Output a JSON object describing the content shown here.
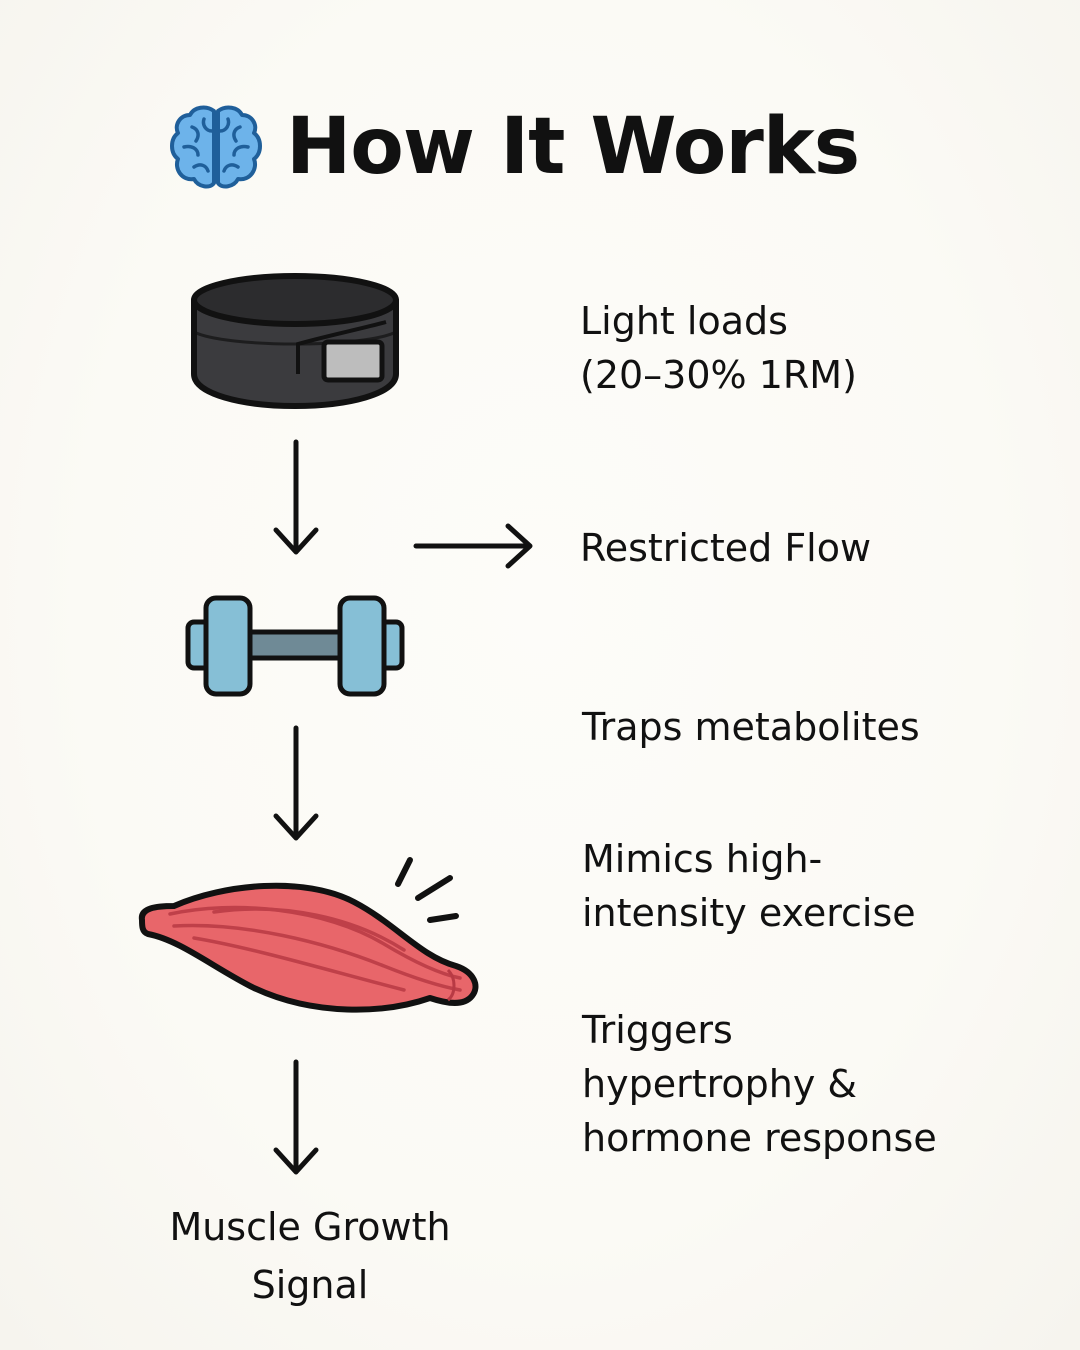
{
  "header": {
    "title": "How It Works",
    "icon": "brain-icon"
  },
  "flow": {
    "steps": [
      {
        "icon": "belt-icon"
      },
      {
        "icon": "dumbbell-icon"
      },
      {
        "icon": "muscle-icon"
      }
    ],
    "labels": [
      "Light loads\n(20–30% 1RM)",
      "Restricted Flow",
      "Traps metabolites",
      "Mimics high-\nintensity exercise",
      "Triggers\nhypertrophy &\nhormone response"
    ],
    "result": "Muscle Growth\nSignal"
  },
  "colors": {
    "brain": "#5aa9e6",
    "belt": "#3a3a3c",
    "dumbbell": "#86bfd6",
    "muscle": "#e8666a",
    "ink": "#111111"
  }
}
